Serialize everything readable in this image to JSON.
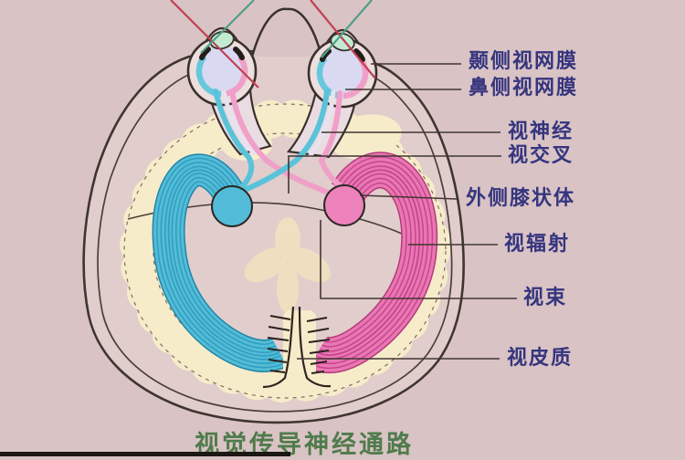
{
  "diagram": {
    "title": "视觉传导神经通路",
    "labels": [
      {
        "id": "temporal-retina",
        "text": "颞侧视网膜"
      },
      {
        "id": "nasal-retina",
        "text": "鼻侧视网膜"
      },
      {
        "id": "optic-nerve",
        "text": "视神经"
      },
      {
        "id": "optic-chiasm",
        "text": "视交叉"
      },
      {
        "id": "lateral-geniculate-body",
        "text": "外侧膝状体"
      },
      {
        "id": "optic-radiation",
        "text": "视辐射"
      },
      {
        "id": "optic-tract",
        "text": "视束"
      },
      {
        "id": "visual-cortex",
        "text": "视皮质"
      }
    ],
    "colors": {
      "background": "#d9c3c4",
      "label_text": "#35357f",
      "title_text": "#4f7b4c",
      "pathway_left_cyan": "#54bcd6",
      "pathway_right_pink": "#e878b2",
      "cortex_cream": "#f6ecca",
      "eye_interior_lavender": "#d9d9f2",
      "lens_mint": "#c2ebd2",
      "light_ray_red": "#c04052",
      "light_ray_teal": "#4f9f8a",
      "outline": "#3a302c"
    }
  }
}
